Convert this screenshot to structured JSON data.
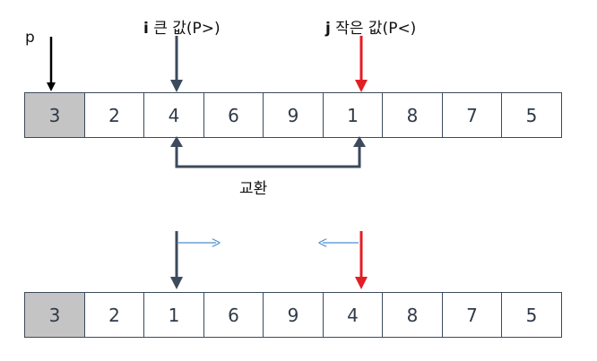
{
  "labels": {
    "p": "p",
    "i_letter": "i",
    "i_text": " 큰 값(P>)",
    "j_letter": "j",
    "j_text": " 작은 값(P<)",
    "swap": "교환"
  },
  "arrays": {
    "top": [
      "3",
      "2",
      "4",
      "6",
      "9",
      "1",
      "8",
      "7",
      "5"
    ],
    "bottom": [
      "3",
      "2",
      "1",
      "6",
      "9",
      "4",
      "8",
      "7",
      "5"
    ]
  },
  "colors": {
    "pivot_fill": "#c4c4c4",
    "i_arrow": "#3c4a5c",
    "j_arrow": "#e31e24",
    "p_arrow": "#000000",
    "move_arrow": "#4a8fd0"
  }
}
